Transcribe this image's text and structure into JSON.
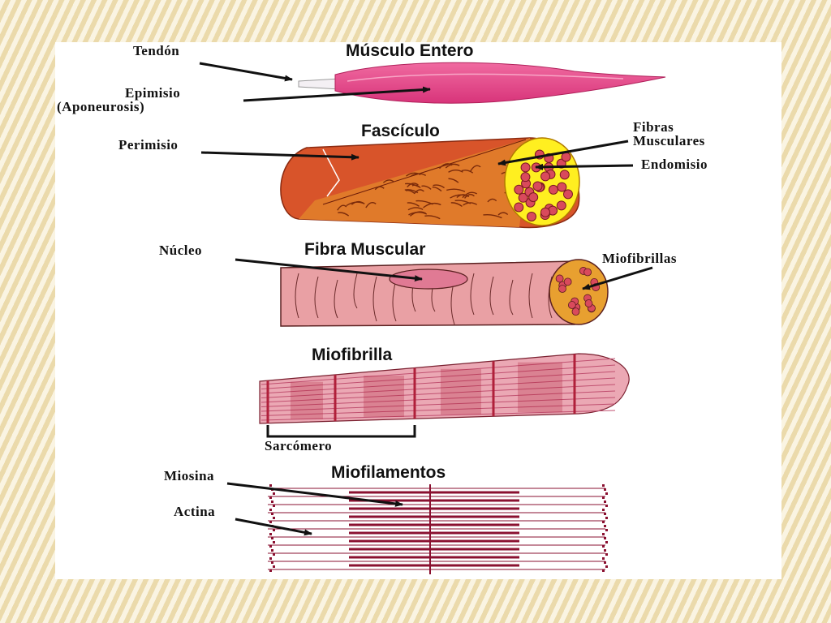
{
  "diagram": {
    "titles": {
      "musculo_entero": "Músculo Entero",
      "fasciculo": "Fascículo",
      "fibra_muscular": "Fibra Muscular",
      "miofibrilla": "Miofibrilla",
      "miofilamentos": "Miofilamentos"
    },
    "labels": {
      "tendon": "Tendón",
      "epimisio": "Epimisio",
      "aponeurosis": "(Aponeurosis)",
      "perimisio": "Perimisio",
      "fibras": "Fibras",
      "musculares": "Musculares",
      "endomisio": "Endomisio",
      "nucleo": "Núcleo",
      "miofibrillas": "Miofibrillas",
      "sarcomero": "Sarcómero",
      "miosina": "Miosina",
      "actina": "Actina"
    },
    "colors": {
      "muscle": "#e84a8a",
      "fascicle_outer": "#d8542a",
      "fascicle_inner": "#e07a2a",
      "fiber": "#e9a0a4",
      "endomysium": "#ffef20",
      "fibril_dots": "#d94a5c",
      "myofibril": "#eba8b4",
      "band": "#b0203a",
      "filament": "#8a1030"
    }
  }
}
